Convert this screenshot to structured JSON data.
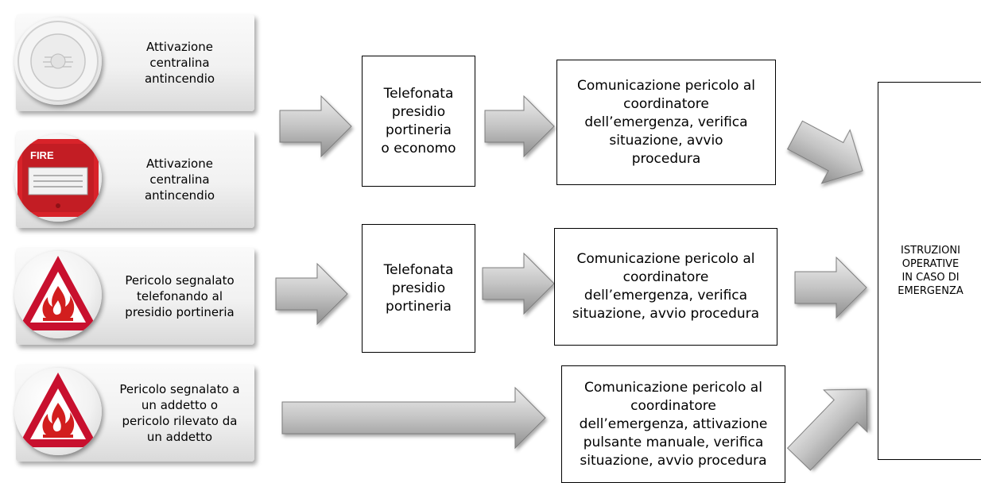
{
  "sources": [
    {
      "id": "smoke-detector",
      "icon": "smoke-detector-icon",
      "label": "Attivazione\ncentralina\nantincendio"
    },
    {
      "id": "manual-call-point",
      "icon": "fire-alarm-call-point-icon",
      "label": "Attivazione\ncentralina\nantincendio",
      "icon_text": "FIRE"
    },
    {
      "id": "phone-report",
      "icon": "fire-warning-sign-icon",
      "label": "Pericolo segnalato\ntelefonando al\npresidio portineria"
    },
    {
      "id": "staff-report",
      "icon": "fire-warning-sign-icon",
      "label": "Pericolo segnalato a\nun addetto o\npericolo rilevato da\nun addetto"
    }
  ],
  "phone_boxes": [
    {
      "label": "Telefonata\npresidio\nportineria\no economo"
    },
    {
      "label": "Telefonata\npresidio\nportineria"
    }
  ],
  "comm_boxes": [
    {
      "label": "Comunicazione pericolo al\ncoordinatore\ndell’emergenza, verifica\nsituazione, avvio\nprocedura"
    },
    {
      "label": "Comunicazione pericolo al\ncoordinatore\ndell’emergenza, verifica\nsituazione, avvio procedura"
    },
    {
      "label": "Comunicazione pericolo al\ncoordinatore\ndell’emergenza, attivazione\npulsante manuale, verifica\nsituazione, avvio procedura"
    }
  ],
  "final_box": {
    "label": "ISTRUZIONI\nOPERATIVE\nIN CASO DI\nEMERGENZA"
  },
  "colors": {
    "arrow_light": "#e4e4e4",
    "arrow_dark": "#9a9a9a",
    "box_border": "#000000",
    "alarm_red": "#d8232a"
  }
}
